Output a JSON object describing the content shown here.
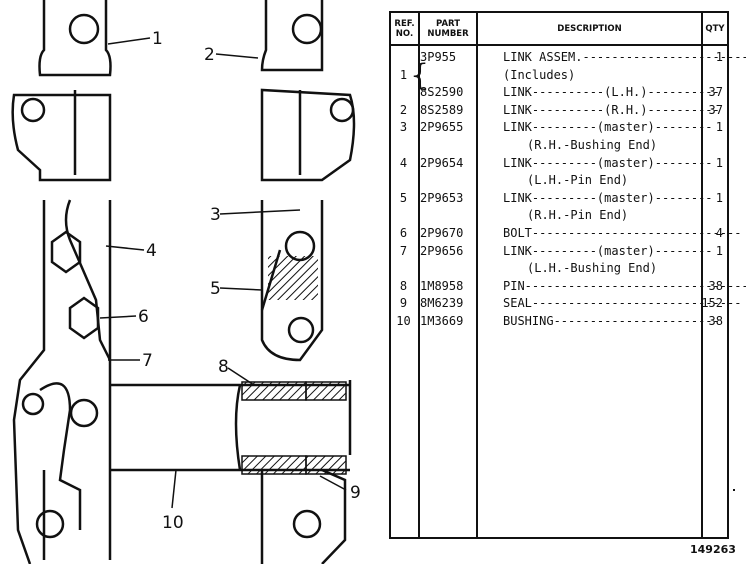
{
  "drawing": {
    "callouts": [
      "1",
      "2",
      "3",
      "4",
      "5",
      "6",
      "7",
      "8",
      "9",
      "10"
    ]
  },
  "table": {
    "headers": {
      "ref_no": [
        "REF.",
        "NO."
      ],
      "part_number": [
        "PART",
        "NUMBER"
      ],
      "description": "DESCRIPTION",
      "qty": "QTY"
    },
    "rows": [
      {
        "ref": "",
        "part": "3P955",
        "desc": "LINK ASSEM.-----------------------",
        "qty": "1",
        "sub": false
      },
      {
        "ref": "1",
        "part": "",
        "desc": "(Includes)",
        "qty": "",
        "sub": true
      },
      {
        "ref": "",
        "part": "8S2590",
        "desc": "LINK----------(L.H.)----------",
        "qty": "37",
        "sub": true
      },
      {
        "ref": "2",
        "part": "8S2589",
        "desc": "LINK----------(R.H.)----------",
        "qty": "37",
        "sub": true
      },
      {
        "ref": "3",
        "part": "2P9655",
        "desc": "LINK---------(master)--------",
        "qty": "1",
        "sub": true
      },
      {
        "ref": "",
        "part": "",
        "desc": "(R.H.-Bushing End)",
        "qty": "",
        "sub": true,
        "indent": true
      },
      {
        "ref": "4",
        "part": "2P9654",
        "desc": "LINK---------(master)--------",
        "qty": "1",
        "sub": true
      },
      {
        "ref": "",
        "part": "",
        "desc": "(L.H.-Pin End)",
        "qty": "",
        "sub": true,
        "indent": true
      },
      {
        "ref": "5",
        "part": "2P9653",
        "desc": "LINK---------(master)--------",
        "qty": "1",
        "sub": true
      },
      {
        "ref": "",
        "part": "",
        "desc": "(R.H.-Pin End)",
        "qty": "",
        "sub": true,
        "indent": true
      },
      {
        "ref": "6",
        "part": "2P9670",
        "desc": "BOLT-----------------------------",
        "qty": "4",
        "sub": true
      },
      {
        "ref": "7",
        "part": "2P9656",
        "desc": "LINK---------(master)--------",
        "qty": "1",
        "sub": true
      },
      {
        "ref": "",
        "part": "",
        "desc": "(L.H.-Bushing End)",
        "qty": "",
        "sub": true,
        "indent": true
      },
      {
        "ref": "8",
        "part": "1M8958",
        "desc": "PIN-------------------------------",
        "qty": "38",
        "sub": true
      },
      {
        "ref": "9",
        "part": "8M6239",
        "desc": "SEAL-----------------------------",
        "qty": "152",
        "sub": true
      },
      {
        "ref": "10",
        "part": "1M3669",
        "desc": "BUSHING-----------------------",
        "qty": "38",
        "sub": true
      }
    ]
  },
  "image_number": "149263"
}
